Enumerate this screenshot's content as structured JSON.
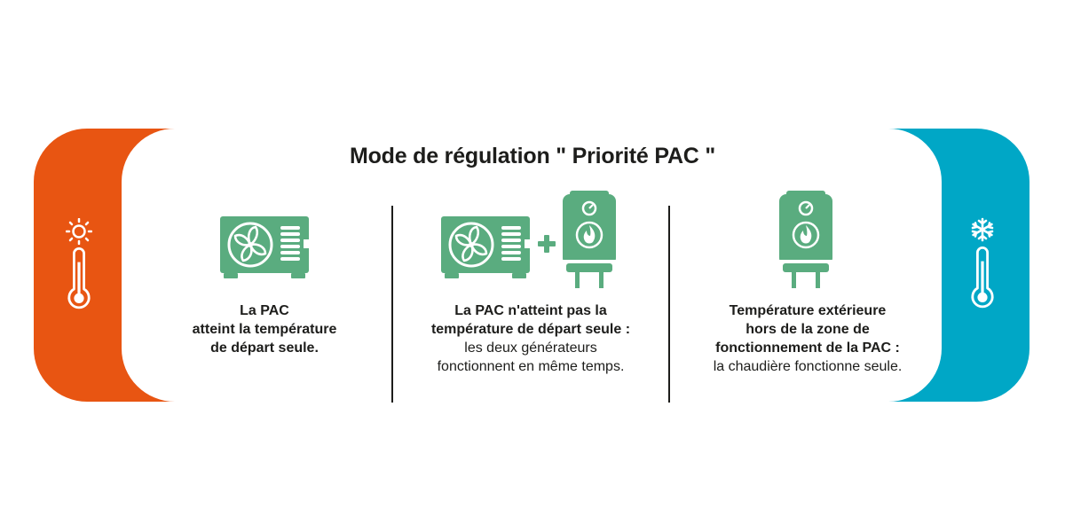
{
  "title": "Mode de régulation \" Priorité PAC \"",
  "colors": {
    "warm": "#e85512",
    "cold": "#00a7c6",
    "icon": "#5aac7f"
  },
  "icons": {
    "left": [
      "sun-icon",
      "thermometer-icon"
    ],
    "right": [
      "snowflake-icon",
      "thermometer-icon"
    ]
  },
  "columns": [
    {
      "icons": [
        "heat-pump-icon"
      ],
      "bold_lines": [
        "La PAC",
        "atteint la température",
        "de départ seule."
      ],
      "normal_lines": []
    },
    {
      "icons": [
        "heat-pump-icon",
        "plus-icon",
        "boiler-icon"
      ],
      "bold_lines": [
        "La PAC n'atteint pas la",
        "température de départ seule :"
      ],
      "normal_lines": [
        "les deux générateurs",
        "fonctionnent en même temps."
      ]
    },
    {
      "icons": [
        "boiler-icon"
      ],
      "bold_lines": [
        "Température extérieure",
        "hors de la zone de",
        "fonctionnement de la PAC :"
      ],
      "normal_lines": [
        "la chaudière fonctionne seule."
      ]
    }
  ]
}
